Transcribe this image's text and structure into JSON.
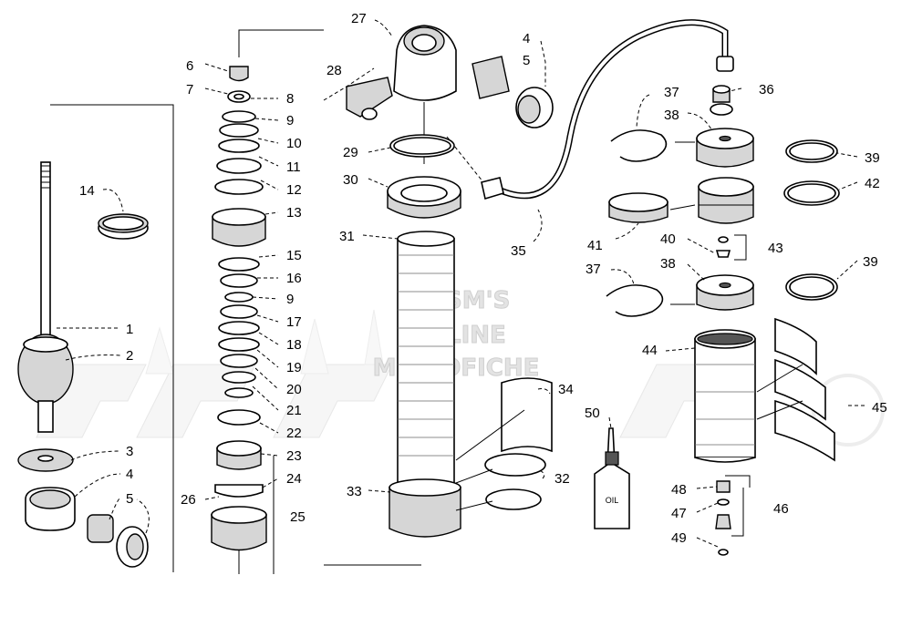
{
  "watermark": {
    "line1": "HL SM'S",
    "line2": "ONLINE",
    "line3": "MICROFICHE"
  },
  "callouts": {
    "c1": "1",
    "c2": "2",
    "c3": "3",
    "c4a": "4",
    "c5a": "5",
    "c14": "14",
    "c6": "6",
    "c7": "7",
    "c8": "8",
    "c9a": "9",
    "c10": "10",
    "c11": "11",
    "c12": "12",
    "c13": "13",
    "c15": "15",
    "c16": "16",
    "c9b": "9",
    "c17": "17",
    "c18": "18",
    "c19": "19",
    "c20": "20",
    "c21": "21",
    "c22": "22",
    "c23": "23",
    "c24": "24",
    "c25": "25",
    "c26": "26",
    "c27": "27",
    "c4b": "4",
    "c5b": "5",
    "c28": "28",
    "c29": "29",
    "c30": "30",
    "c31": "31",
    "c33": "33",
    "c34": "34",
    "c32": "32",
    "c35": "35",
    "c50": "50",
    "oil": "OIL",
    "c36": "36",
    "c37a": "37",
    "c38a": "38",
    "c39a": "39",
    "c42": "42",
    "c41": "41",
    "c40": "40",
    "c43": "43",
    "c37b": "37",
    "c38b": "38",
    "c39b": "39",
    "c44": "44",
    "c45": "45",
    "c48": "48",
    "c47": "47",
    "c49": "49",
    "c46": "46"
  }
}
